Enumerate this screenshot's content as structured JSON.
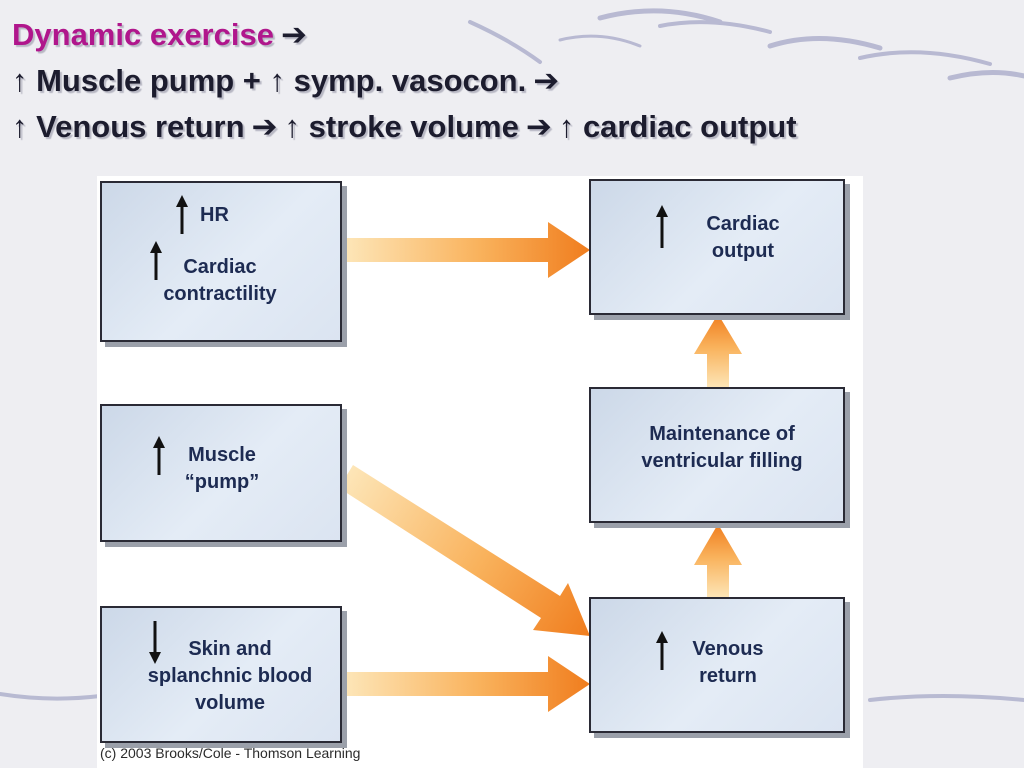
{
  "title": {
    "line1": {
      "text": "Dynamic exercise",
      "arrow": "➔"
    },
    "line2": {
      "text": "↑ Muscle pump + ↑ symp. vasocon.",
      "arrow": "➔"
    },
    "line3": {
      "part1": "↑ Venous return",
      "arrow1": "➔",
      "part2": "↑ stroke volume",
      "arrow2": "➔",
      "part3": "↑ cardiac output"
    }
  },
  "diagram": {
    "hr_box": {
      "hr_label": "HR",
      "contractility_line1": "Cardiac",
      "contractility_line2": "contractility",
      "hr_direction": "up",
      "contractility_direction": "up"
    },
    "muscle_box": {
      "line1": "Muscle",
      "line2": "“pump”",
      "direction": "up"
    },
    "skin_box": {
      "line1": "Skin and",
      "line2": "splanchnic blood",
      "line3": "volume",
      "direction": "down"
    },
    "cardiac_output_box": {
      "line1": "Cardiac",
      "line2": "output",
      "direction": "up"
    },
    "filling_box": {
      "line1": "Maintenance of",
      "line2": "ventricular filling"
    },
    "venous_box": {
      "line1": "Venous",
      "line2": "return",
      "direction": "up"
    }
  },
  "credit": "(c) 2003 Brooks/Cole - Thomson Learning",
  "colors": {
    "title_accent": "#b0168c",
    "box_text": "#1d2b52",
    "arrow_orange": "#f07d1e",
    "arrow_light": "#fde3b0"
  }
}
